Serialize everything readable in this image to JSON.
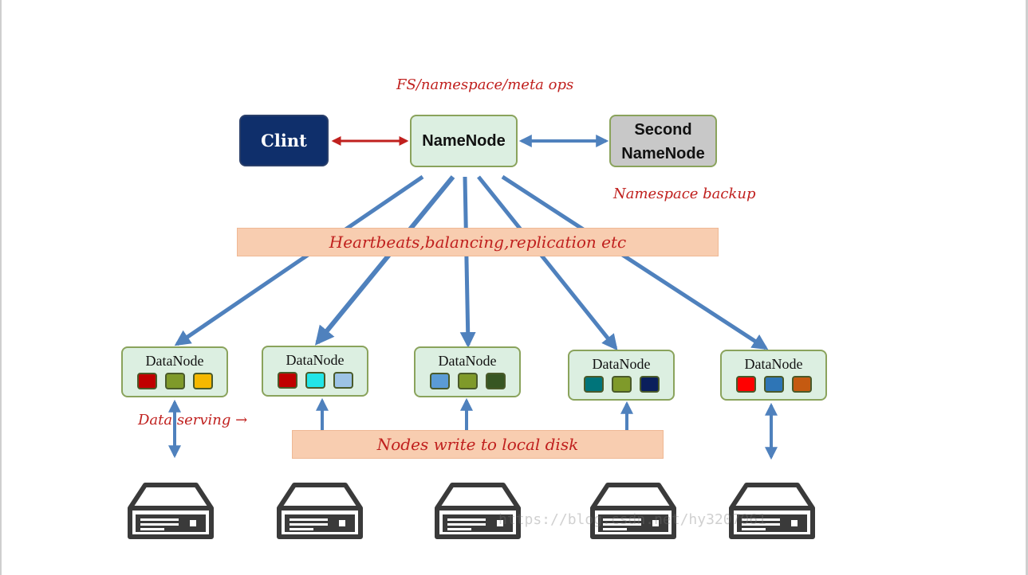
{
  "nodes": {
    "client": "Clint",
    "namenode": "NameNode",
    "second_namenode_line1": "Second",
    "second_namenode_line2": "NameNode"
  },
  "labels": {
    "meta_ops": "FS/namespace/meta ops",
    "namespace_backup": "Namespace backup",
    "heartbeats": "Heartbeats,balancing,replication etc",
    "local_disk": "Nodes write to local disk",
    "data_serving": "Data serving →"
  },
  "datanodes": [
    {
      "label": "DataNode",
      "blocks": [
        "#c00000",
        "#7f9a2a",
        "#f5b800"
      ]
    },
    {
      "label": "DataNode",
      "blocks": [
        "#c00000",
        "#22e5e8",
        "#9dc3e6"
      ]
    },
    {
      "label": "DataNode",
      "blocks": [
        "#5b9bd5",
        "#7f9a2a",
        "#375623"
      ]
    },
    {
      "label": "DataNode",
      "blocks": [
        "#00747a",
        "#7f9a2a",
        "#0b1f5c"
      ]
    },
    {
      "label": "DataNode",
      "blocks": [
        "#ff0000",
        "#2e75b6",
        "#c55a11"
      ]
    }
  ],
  "colors": {
    "client_fill": "#0f2f6b",
    "node_fill": "#dcefe1",
    "second_fill": "#c8c8c8",
    "band_fill": "#f8cdb0",
    "arrow_blue": "#4f81bd",
    "arrow_red": "#c0201e",
    "label_red": "#c0201e"
  },
  "watermark": "https://blog.csdn.net/hy3207061"
}
